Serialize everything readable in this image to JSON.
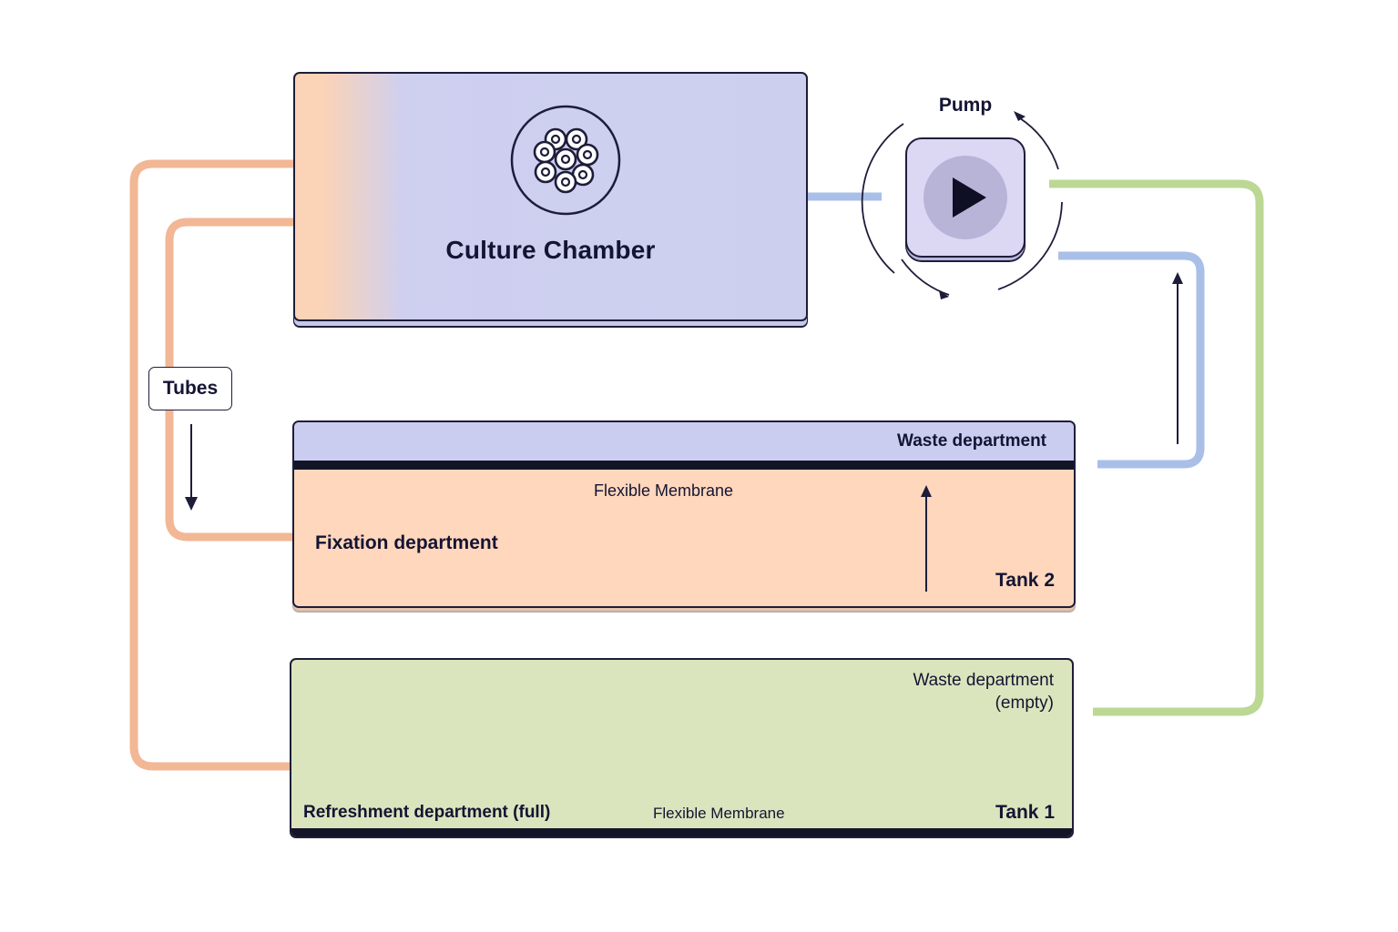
{
  "chamber": {
    "title": "Culture Chamber",
    "icon": "cell-cluster-icon"
  },
  "pump": {
    "label": "Pump",
    "icon": "play-icon"
  },
  "tubes": {
    "label": "Tubes"
  },
  "tank2": {
    "name": "Tank 2",
    "waste_label": "Waste department",
    "membrane_label": "Flexible Membrane",
    "fixation_label": "Fixation department"
  },
  "tank1": {
    "name": "Tank 1",
    "waste_label_line1": "Waste department",
    "waste_label_line2": "(empty)",
    "refresh_label": "Refreshment department (full)",
    "membrane_label": "Flexible Membrane"
  },
  "colors": {
    "orange_tube": "#f2b795",
    "blue_tube": "#a9bfe8",
    "green_tube": "#bcd894",
    "outline": "#1d1d3a"
  }
}
